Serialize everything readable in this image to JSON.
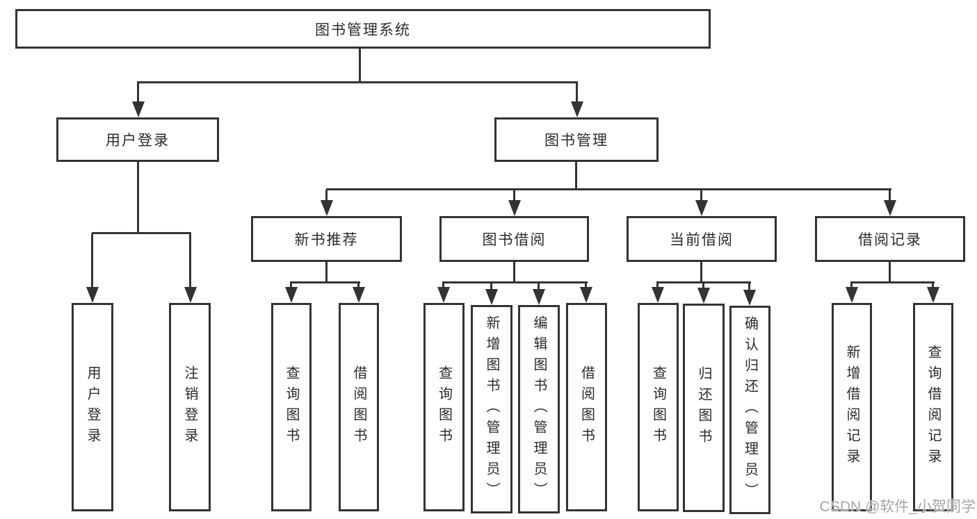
{
  "colors": {
    "bg": "#ffffff",
    "line": "#333333",
    "text": "#2b2b2b",
    "watermark": "#a6a6a6"
  },
  "tree": {
    "root": {
      "label": "图书管理系统"
    },
    "branches": [
      {
        "label": "用户登录",
        "leaves": [
          "用户登录",
          "注销登录"
        ]
      },
      {
        "label": "图书管理",
        "sections": [
          {
            "label": "新书推荐",
            "leaves": [
              "查询图书",
              "借阅图书"
            ]
          },
          {
            "label": "图书借阅",
            "leaves": [
              "查询图书",
              "新增图书（管理员）",
              "编辑图书（管理员）",
              "借阅图书"
            ]
          },
          {
            "label": "当前借阅",
            "leaves": [
              "查询图书",
              "归还图书",
              "确认归还（管理员）"
            ]
          },
          {
            "label": "借阅记录",
            "leaves": [
              "新增借阅记录",
              "查询借阅记录"
            ]
          }
        ]
      }
    ]
  },
  "watermark": {
    "label": "CSDN @软件_小贺同学"
  }
}
